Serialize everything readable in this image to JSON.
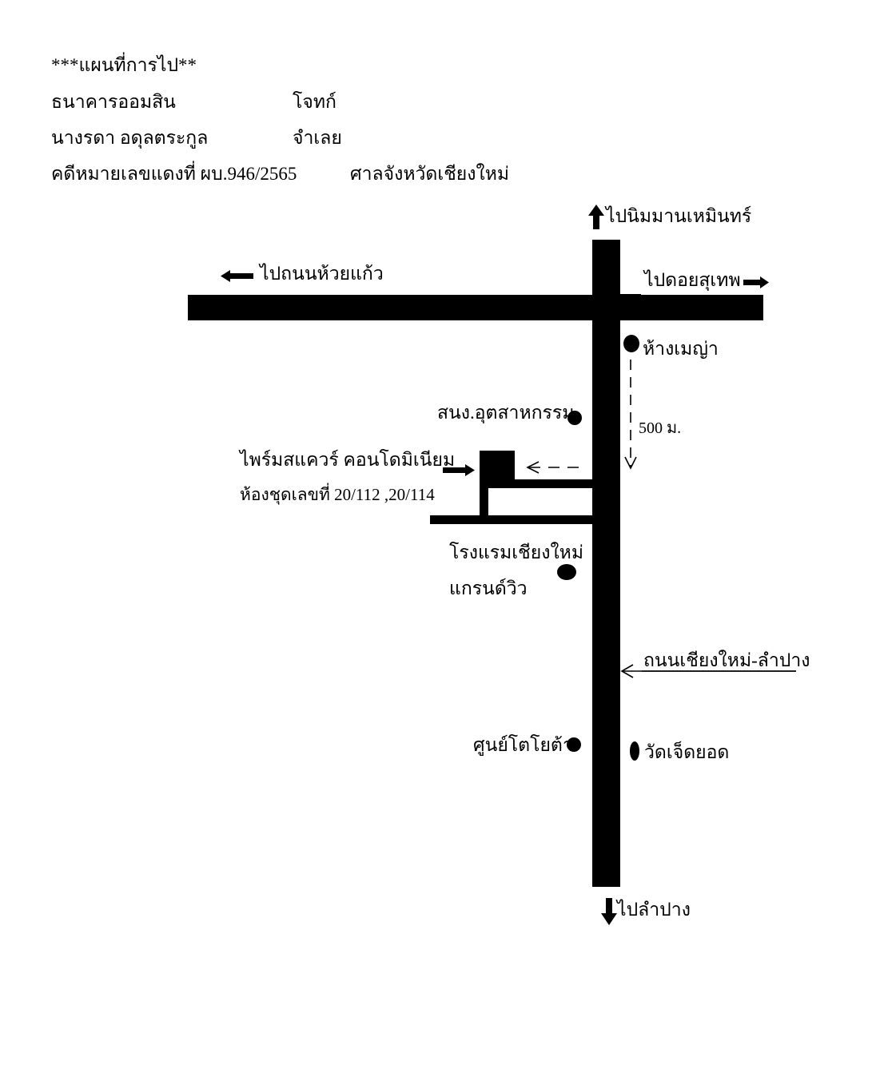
{
  "header": {
    "title": "***แผนที่การไป**",
    "plaintiff_name": "ธนาคารออมสิน",
    "plaintiff_role": "โจทก์",
    "defendant_name": "นางรดา  อดุลตระกูล",
    "defendant_role": "จำเลย",
    "case_number": "คดีหมายเลขแดงที่ ผบ.946/2565",
    "court": "ศาลจังหวัดเชียงใหม่"
  },
  "map": {
    "to_north": "ไปนิมมานเหมินทร์",
    "to_west": "ไปถนนห้วยแก้ว",
    "to_east": "ไปดอยสุเทพ",
    "to_south": "ไปลำปาง",
    "road_label": "ถนนเชียงใหม่-ลำปาง",
    "distance": "500 ม.",
    "landmarks": {
      "maya_mall": "ห้างเมญ่า",
      "industry_office": "สนง.อุตสาหกรรม",
      "hotel_line1": "โรงแรมเชียงใหม่",
      "hotel_line2": "แกรนด์วิว",
      "toyota_center": "ศูนย์โตโยต้า",
      "wat_chet_yot": "วัดเจ็ดยอด"
    },
    "destination_line1": "ไพร์มสแควร์  คอนโดมิเนียม",
    "destination_line2": "ห้องชุดเลขที่ 20/112 ,20/114"
  }
}
